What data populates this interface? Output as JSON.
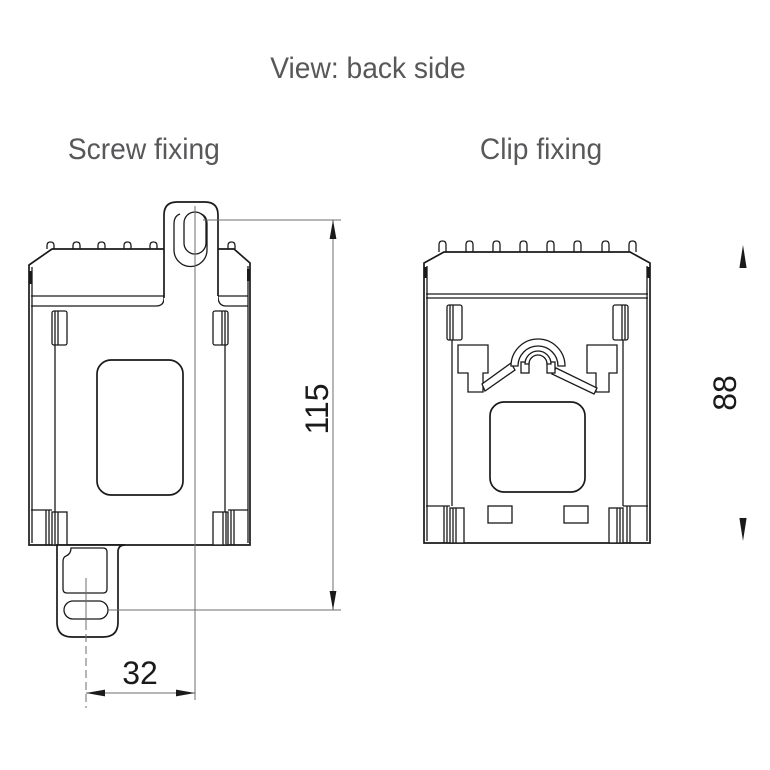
{
  "header": {
    "view_title": "View: back side"
  },
  "figures": {
    "screw": {
      "label": "Screw fixing",
      "dims": {
        "hole_distance_vertical": "115",
        "hole_offset_horizontal": "32"
      }
    },
    "clip": {
      "label": "Clip fixing",
      "dims": {
        "body_height": "88"
      }
    }
  },
  "colors": {
    "outline": "#1a1a1a",
    "thin_line": "#6d6d6d",
    "dimension_text": "#1a1a1a",
    "title_text": "#58585a",
    "background": "#ffffff"
  }
}
